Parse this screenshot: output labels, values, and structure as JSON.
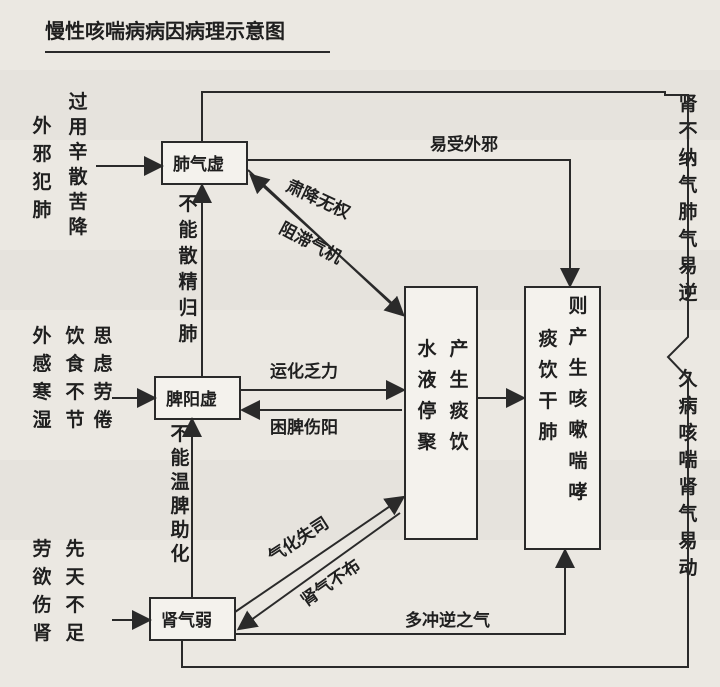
{
  "title": "慢性咳喘病病因病理示意图",
  "nodes": {
    "lung_qi_deficiency": "肺气虚",
    "spleen_yang_deficiency": "脾阳虚",
    "kidney_qi_weakness": "肾气弱",
    "fluid_stagnation": [
      "水液停聚",
      "产生痰饮"
    ],
    "phlegm_in_lung": [
      "痰饮干肺",
      "则产生咳嗽喘哮"
    ]
  },
  "causes": {
    "external_evil": [
      "外邪犯肺",
      "过用辛散苦降"
    ],
    "spleen_causes": [
      "外感寒湿",
      "饮食不节",
      "思虑劳倦"
    ],
    "kidney_causes": [
      "劳欲伤肾",
      "先天不足"
    ]
  },
  "edges": {
    "cannot_disperse": "不能散精归肺",
    "cannot_warm": "不能温脾助化",
    "descending_obstructed": "肃降无权",
    "qi_obstructed": "阻滞气机",
    "transport_power": "运化乏力",
    "spleen_injured": "困脾伤阳",
    "qi_transform_failed": "气化失司",
    "kidney_qi_not_spread": "肾气不布",
    "reversed_qi": "多冲逆之气",
    "susceptible_external": "易受外邪",
    "kidney_not_receiving": "肾不纳气肺气易逆",
    "chronic_disturbs_kidney": "久病咳喘肾气易动"
  }
}
